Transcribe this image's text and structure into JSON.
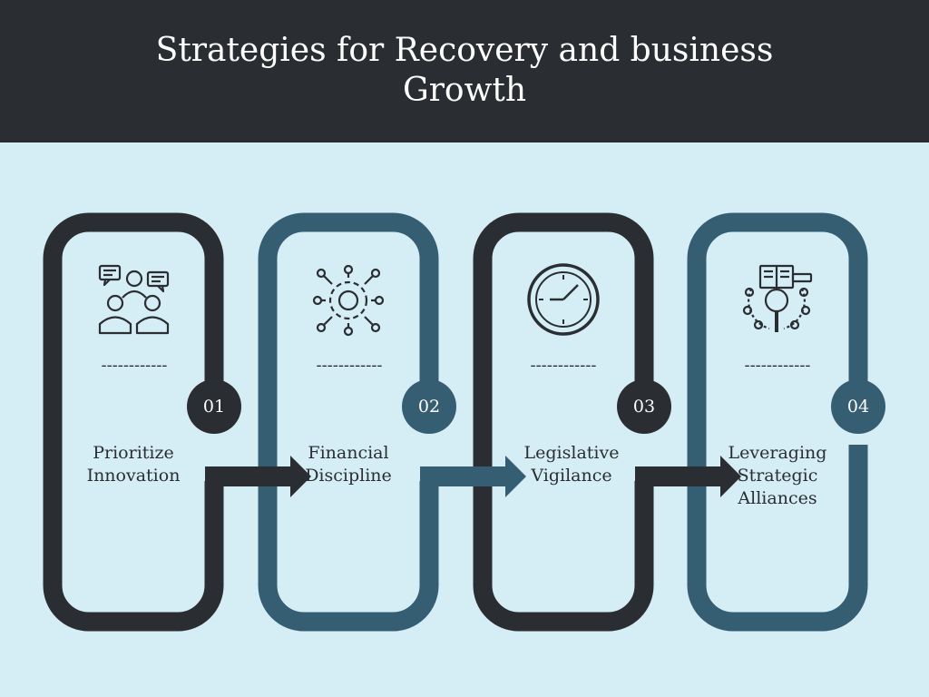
{
  "title": {
    "line1": "Strategies for Recovery and business",
    "line2": "Growth"
  },
  "colors": {
    "header_bg": "#2a2e32",
    "background": "#d5edf5",
    "dark": "#2a2e32",
    "blue": "#365e73",
    "white": "#ffffff"
  },
  "steps": [
    {
      "number": "01",
      "label_lines": [
        "Prioritize",
        "Innovation"
      ],
      "icon": "team-discussion-icon",
      "color": "#2a2e32"
    },
    {
      "number": "02",
      "label_lines": [
        "Financial",
        "Discipline"
      ],
      "icon": "gear-network-icon",
      "color": "#365e73"
    },
    {
      "number": "03",
      "label_lines": [
        "Legislative",
        "Vigilance"
      ],
      "icon": "clock-icon",
      "color": "#2a2e32"
    },
    {
      "number": "04",
      "label_lines": [
        "Leveraging",
        "Strategic",
        "Alliances"
      ],
      "icon": "research-network-icon",
      "color": "#365e73"
    }
  ],
  "divider": "------------"
}
